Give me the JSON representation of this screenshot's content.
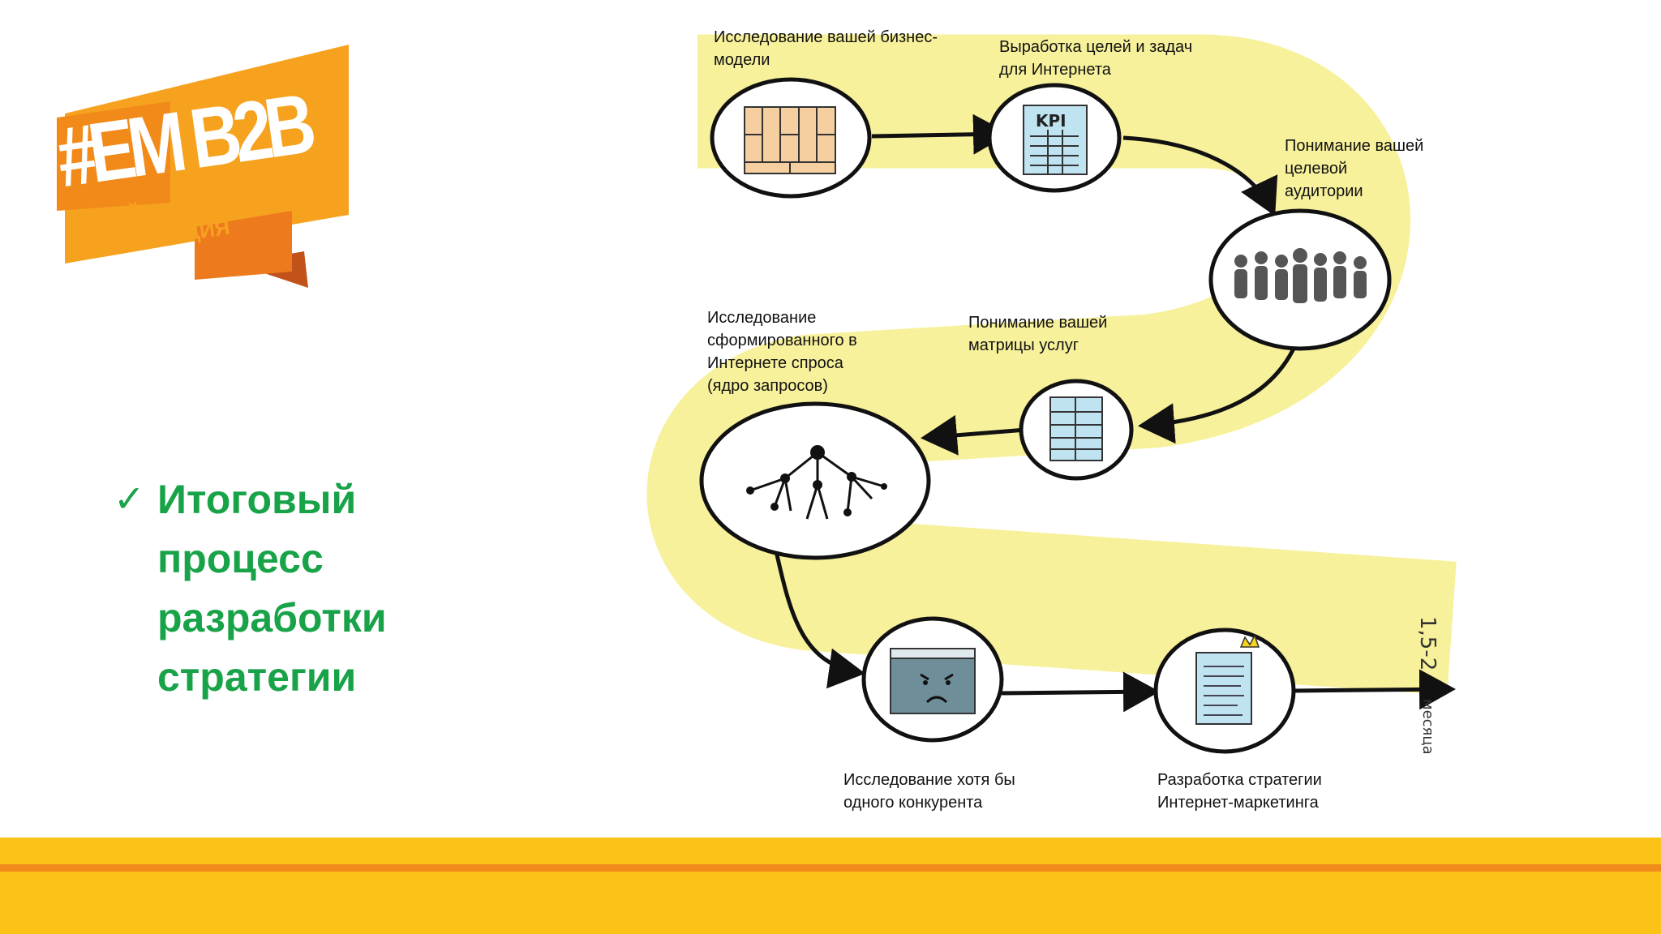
{
  "logo": {
    "title": "#ЕМ B2B",
    "subtitle_line1": "ОНЛАЙН-",
    "subtitle_line2": "КОНФЕРЕНЦИЯ"
  },
  "bullet": {
    "icon": "check-mark-icon",
    "text": "Итоговый\nпроцесс\nразработки\nстратегии"
  },
  "steps": [
    {
      "id": "business-model",
      "label": "Исследование вашей бизнес-\nмодели",
      "icon": "business-model-canvas-icon"
    },
    {
      "id": "goals",
      "label": "Выработка целей и задач\nдля Интернета",
      "icon": "kpi-sheet-icon",
      "icon_text": "KPI"
    },
    {
      "id": "audience",
      "label": "Понимание вашей\nцелевой\nаудитории",
      "icon": "crowd-icon"
    },
    {
      "id": "service-matrix",
      "label": "Понимание вашей\nматрицы услуг",
      "icon": "matrix-table-icon"
    },
    {
      "id": "demand",
      "label": "Исследование\nсформированного в\nИнтернете спроса\n(ядро запросов)",
      "icon": "query-tree-icon"
    },
    {
      "id": "competitor",
      "label": "Исследование хотя бы\nодного конкурента",
      "icon": "angry-browser-icon"
    },
    {
      "id": "strategy",
      "label": "Разработка стратегии\nИнтернет-маркетинга",
      "icon": "strategy-document-icon"
    }
  ],
  "duration": {
    "value": "1,5-2",
    "unit": "месяца"
  },
  "colors": {
    "accent_green": "#19a349",
    "highlight_yellow": "#f7f19b",
    "footer_yellow": "#fbc318",
    "footer_orange": "#f08a1a",
    "logo_orange": "#f6a21f"
  }
}
